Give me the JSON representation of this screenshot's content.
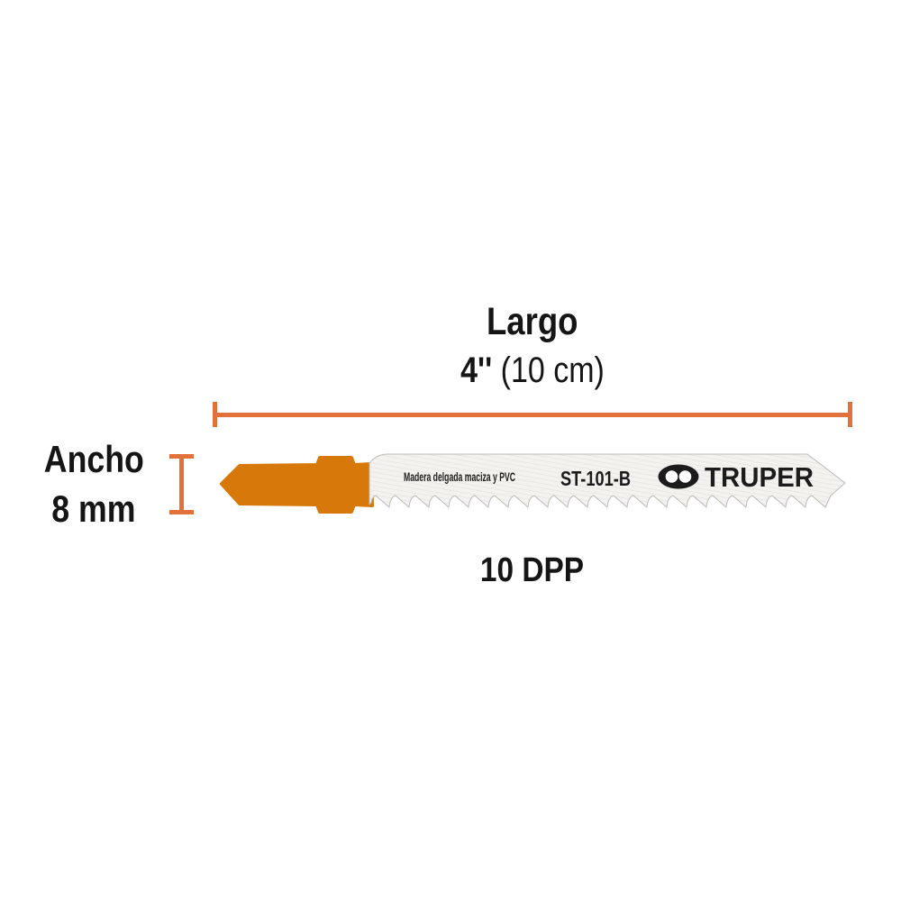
{
  "colors": {
    "tang": "#d6790a",
    "dimension": "#e2703a",
    "label_text": "#151515",
    "blade_text": "#1c1c1c"
  },
  "length": {
    "label": "Largo",
    "value_inches": "4''",
    "value_cm": "(10 cm)"
  },
  "width": {
    "label": "Ancho",
    "value": "8 mm"
  },
  "teeth": {
    "label": "10 DPP"
  },
  "blade": {
    "material_text": "Madera delgada maciza y PVC",
    "model": "ST-101-B",
    "brand": "TRUPER"
  }
}
